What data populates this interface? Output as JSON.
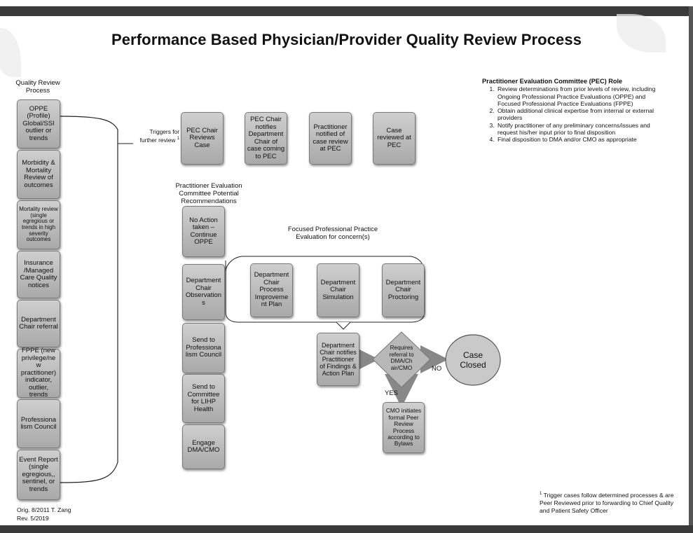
{
  "title": "Performance Based Physician/Provider Quality Review Process",
  "left_column": {
    "heading": "Quality Review Process",
    "items": [
      "OPPE (Profile) Global/SSI outlier or trends",
      "Morbidity & Mortality Review of outcomes",
      "Mortality review (single egregious or trends in high severity outcomes",
      "Insurance /Managed Care Quality notices",
      "Department Chair referral",
      "FPPE (new privilege/ne w practitioner) indicator, outlier, trends",
      "Professiona lism Council",
      "Event Report (single egregious,, sentinel, or trends"
    ]
  },
  "triggers_label": "Triggers for further review",
  "triggers_sup": "1",
  "process_row": [
    "PEC Chair Reviews Case",
    "PEC Chair notifies Department Chair of case coming to PEC",
    "Practitioner notified of case review at PEC",
    "Case reviewed at PEC"
  ],
  "recommendations_heading": "Practitioner Evaluation Committee Potential Recommendations",
  "recommendations": [
    "No Action taken – Continue OPPE",
    "Department Chair Observation s",
    "Send to Professiona lism Council",
    "Send to Committee for LIHP Health",
    "Engage DMA/CMO"
  ],
  "fppe_heading": "Focused Professional Practice Evaluation for concern(s)",
  "fppe_items": [
    "Department Chair Process Improveme nt Plan",
    "Department Chair Simulation",
    "Department Chair Proctoring"
  ],
  "notify_box": "Department Chair notifies Practitioner of Findings & Action Plan",
  "decision": "Requires referral to DMA/Ch air/CMO",
  "no_label": "NO",
  "yes_label": "YES",
  "case_closed": "Case Closed",
  "cmo_box": "CMO initiates formal Peer Review Process according to Bylaws",
  "pec_role": {
    "heading": "Practitioner Evaluation Committee (PEC) Role",
    "items": [
      "Review determinations from prior levels of review, including Ongoing Professional Practice Evaluations (OPPE) and Focused Professional Practice Evaluations (FPPE)",
      "Obtain additional clinical expertise from internal or external providers",
      "Notify practitioner of any preliminary concerns/issues and request his/her input prior to final disposition",
      "Final disposition to DMA and/or CMO as appropriate"
    ]
  },
  "footnote_sup": "1",
  "footnote": "Trigger cases follow determined processes & are Peer Reviewed prior to forwarding to Chief Quality  and Patient Safety Officer",
  "orig_line1": "Orig. 8/2011 T. Zang",
  "orig_line2": "Rev. 5/2019"
}
